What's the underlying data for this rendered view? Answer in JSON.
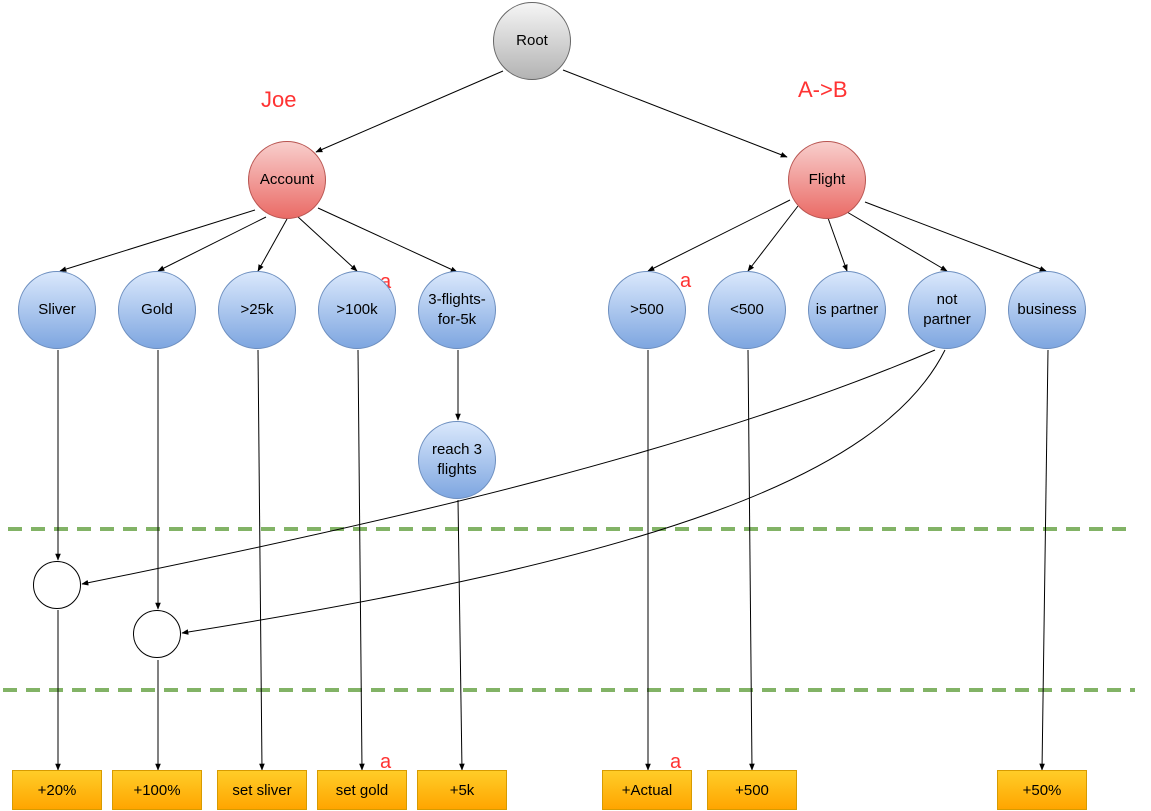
{
  "root": {
    "label": "Root"
  },
  "annotations": {
    "joe": "Joe",
    "route": "A->B",
    "marker": "a"
  },
  "account": {
    "label": "Account",
    "children": {
      "silver": "Sliver",
      "gold": "Gold",
      "gt25k": ">25k",
      "gt100k": ">100k",
      "flights": "3-flights-\nfor-5k"
    },
    "reach": "reach 3\nflights"
  },
  "flight": {
    "label": "Flight",
    "children": {
      "gt500": ">500",
      "lt500": "<500",
      "partner": "is partner",
      "not_partner": "not\npartner",
      "business": "business"
    }
  },
  "outputs": {
    "pct20": "+20%",
    "pct100": "+100%",
    "set_silver": "set sliver",
    "set_gold": "set gold",
    "plus5k": "+5k",
    "actual": "+Actual",
    "plus500": "+500",
    "pct50": "+50%"
  },
  "colors": {
    "separator": "#82b366",
    "annotation": "#ff3333",
    "output_fill": "#ffcd28"
  }
}
